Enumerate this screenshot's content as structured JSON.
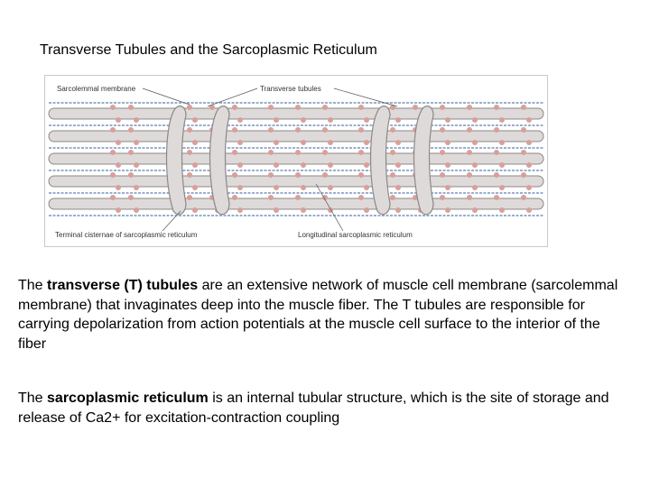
{
  "slide": {
    "title": "Transverse Tubules and the Sarcoplasmic Reticulum"
  },
  "figure": {
    "labels": {
      "sarcolemmal_membrane": "Sarcolemmal membrane",
      "transverse_tubules": "Transverse tubules",
      "terminal_cisternae": "Terminal cisternae of sarcoplasmic reticulum",
      "longitudinal_sr": "Longitudinal sarcoplasmic reticulum"
    },
    "colors": {
      "tubule_fill": "#dedada",
      "tubule_stroke": "#8e8888",
      "sr_pink": "#d9a09a",
      "myofilament_blue": "#5a7fb0"
    }
  },
  "paragraphs": {
    "p1": {
      "prefix": "The ",
      "term": "transverse (T) tubules",
      "rest": " are an extensive network of muscle cell membrane (sarcolemmal membrane) that invaginates deep into the muscle fiber. The T tubules are responsible for carrying depolarization from action potentials at the muscle cell surface to the interior of the fiber"
    },
    "p2": {
      "prefix": "The ",
      "term": "sarcoplasmic reticulum",
      "rest": " is an internal tubular structure, which is the site of storage and release of Ca2+ for excitation-contraction coupling"
    }
  }
}
